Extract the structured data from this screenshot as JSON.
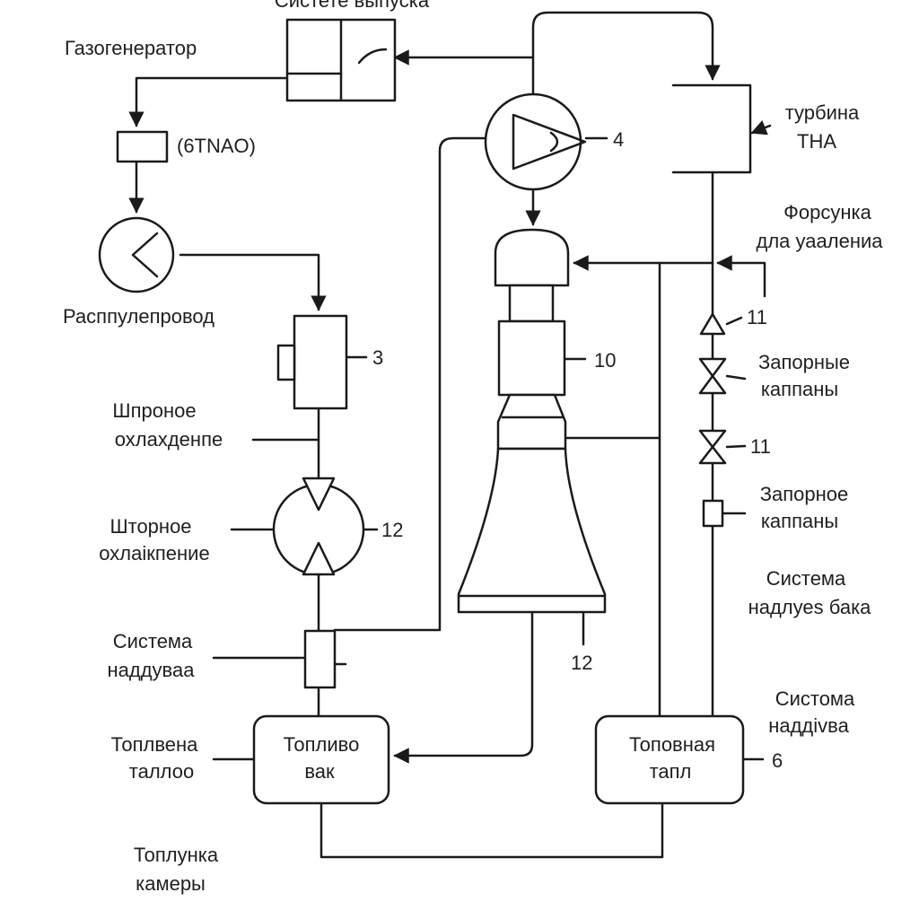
{
  "labels": {
    "exhaust_system": "Систете выпуска",
    "gas_generator": "Газогенератор",
    "unit_code": "(6TNAO)",
    "pipeline": "Расппулепровод",
    "curtain_cooling_1_line1": "Шпроное",
    "curtain_cooling_1_line2": "охлахденпе",
    "curtain_cooling_2_line1": "Шторное",
    "curtain_cooling_2_line2": "охлаікпение",
    "pressurization_1_line1": "Система",
    "pressurization_1_line2": "наддуваа",
    "fuel_valve_left_line1": "Топлвена",
    "fuel_valve_left_line2": "таллоо",
    "chamber_injector_line1": "Топлунка",
    "chamber_injector_line2": "камеры",
    "turbine_line1": "турбина",
    "turbine_line2": "ТНА",
    "injector_line1": "Форсунка",
    "injector_line2": "дла уаалениа",
    "shutoff_valves_line1": "Запорные",
    "shutoff_valves_line2": "каппаны",
    "shutoff_valve_line1": "Запорное",
    "shutoff_valve_line2": "каппаны",
    "tank_pressurization_line1": "Система",
    "tank_pressurization_line2": "надлуеs бака",
    "pressurization_2_line1": "Систома",
    "pressurization_2_line2": "наддіvва",
    "fuel_tank_line1": "Топливо",
    "fuel_tank_line2": "вак",
    "oxidizer_tank_line1": "Топовная",
    "oxidizer_tank_line2": "тапл"
  },
  "numbers": {
    "pump": "4",
    "unit_3": "3",
    "chamber_10": "10",
    "valve_11_a": "11",
    "valve_11_b": "11",
    "pump_12": "12",
    "nozzle_12": "12",
    "tank_6": "6"
  }
}
